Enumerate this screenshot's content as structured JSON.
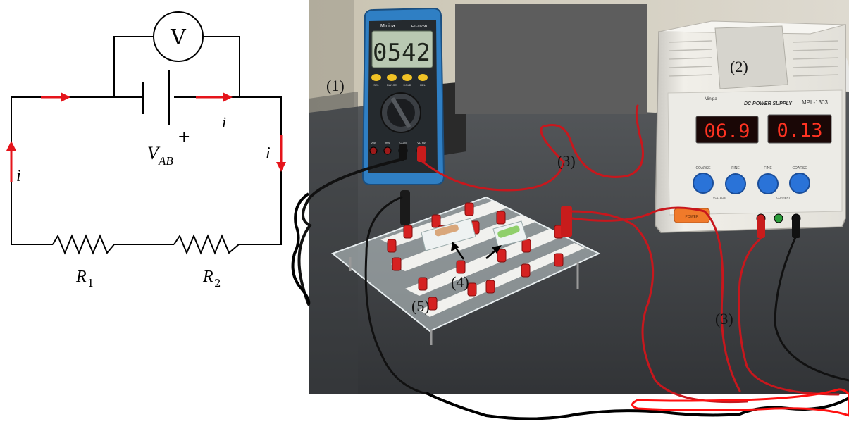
{
  "circuit": {
    "voltmeter_symbol": "V",
    "plus_sign": "+",
    "current_symbol": "i",
    "vab_main": "V",
    "vab_sub": "AB",
    "r1_main": "R",
    "r1_sub": "1",
    "r2_main": "R",
    "r2_sub": "2"
  },
  "photo": {
    "labels": {
      "multimeter": "(1)",
      "power_supply": "(2)",
      "wire_upper": "(3)",
      "wire_lower": "(3)",
      "resistors": "(4)",
      "board": "(5)"
    },
    "multimeter_brand": "Minipa",
    "multimeter_model": "ET-2075B",
    "multimeter_display": "0542",
    "multimeter_button_labels": [
      "SEL",
      "RANGE",
      "HOLD",
      "REL"
    ],
    "multimeter_jacks": [
      "20A",
      "mA",
      "COM",
      "VΩ Hz"
    ],
    "psu_brand": "Minipa",
    "psu_title": "DC POWER SUPPLY",
    "psu_model": "MPL-1303",
    "psu_voltage_display": "06.9",
    "psu_current_display": "0.13",
    "psu_knob_labels": [
      "COARSE",
      "FINE",
      "FINE",
      "COARSE"
    ],
    "psu_section_labels": [
      "VOLTAGE",
      "CURRENT"
    ],
    "psu_power_label": "POWER",
    "colors": {
      "wire_red": "#e8141c",
      "wire_black": "#000000",
      "meter_body": "#2f7fc4",
      "lcd": "#b9c8b2",
      "led": "#ff3322",
      "knob": "#2a73d8",
      "psu_body": "#e9e7e0",
      "bench": "#3e4043",
      "wall": "#cfcabb",
      "redacted": "#5d5d5d"
    }
  }
}
